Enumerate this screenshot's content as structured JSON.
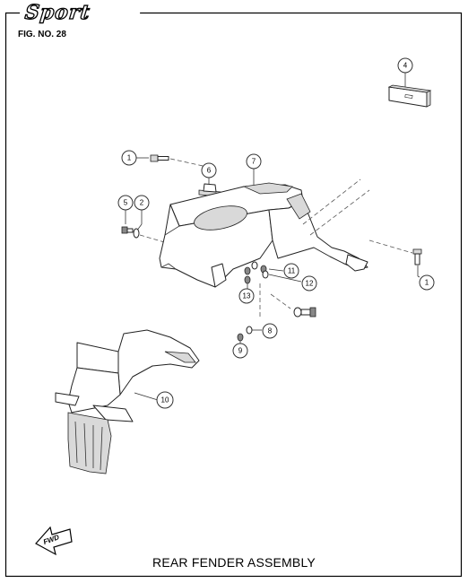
{
  "header": {
    "brand": "Sport",
    "figure_number": "FIG. NO. 28"
  },
  "footer": {
    "title": "REAR FENDER ASSEMBLY",
    "direction_label": "FWD"
  },
  "callouts": {
    "c1a": "1",
    "c1b": "1",
    "c2": "2",
    "c4": "4",
    "c5": "5",
    "c6": "6",
    "c7": "7",
    "c8": "8",
    "c9": "9",
    "c10": "10",
    "c11": "11",
    "c12": "12",
    "c13": "13"
  }
}
